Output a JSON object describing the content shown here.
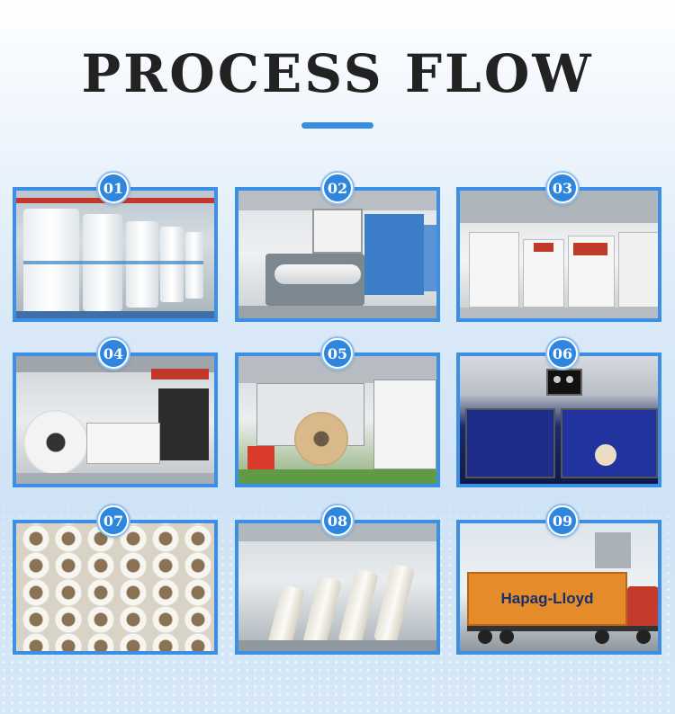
{
  "header": {
    "title": "PROCESS FLOW"
  },
  "steps": [
    {
      "number": "01",
      "scene": "paper-rolls-warehouse"
    },
    {
      "number": "02",
      "scene": "printing-machine"
    },
    {
      "number": "03",
      "scene": "die-cutting-line"
    },
    {
      "number": "04",
      "scene": "fan-cutting-machine"
    },
    {
      "number": "05",
      "scene": "cup-forming-machine"
    },
    {
      "number": "06",
      "scene": "inspection-machine"
    },
    {
      "number": "07",
      "scene": "paper-cups"
    },
    {
      "number": "08",
      "scene": "stacked-cups"
    },
    {
      "number": "09",
      "scene": "container-truck"
    }
  ],
  "truck": {
    "container_brand": "Hapag-Lloyd"
  },
  "colors": {
    "accent": "#3b8fe4",
    "title": "#222222",
    "container": "#e58b2a"
  }
}
